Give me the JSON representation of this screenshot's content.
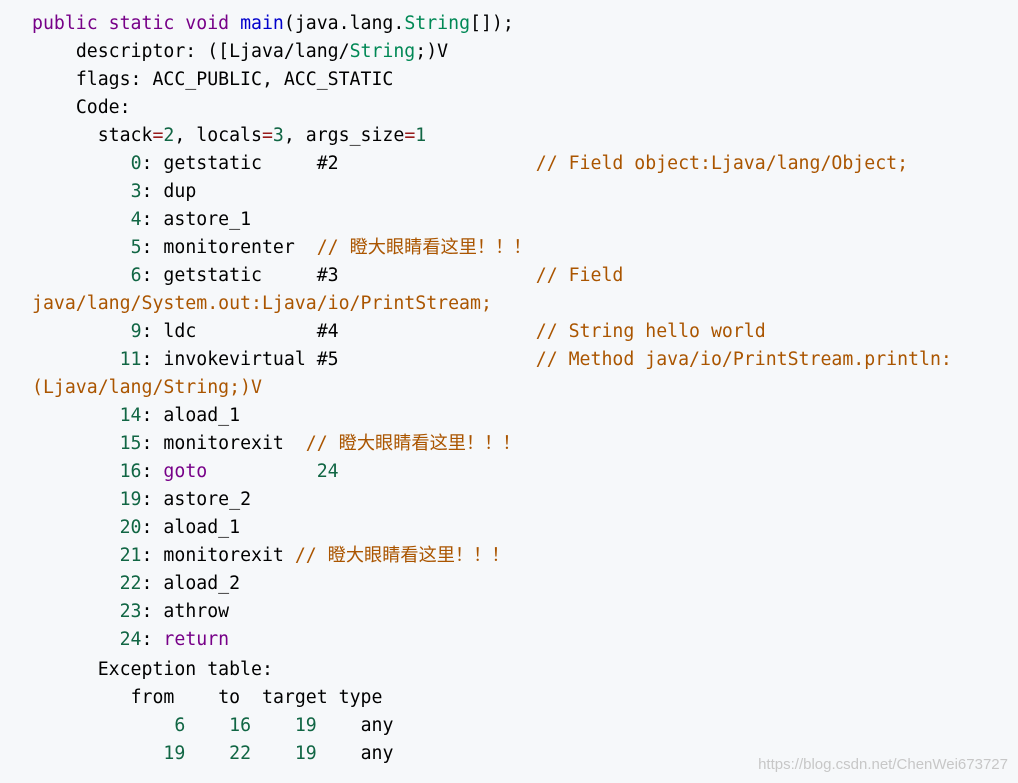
{
  "code": {
    "line1": {
      "kw_public_static_void": "public static void",
      "fn_main": "main",
      "sig_open": "(java.lang.",
      "type_string": "String",
      "sig_close": "[]);"
    },
    "line2": {
      "prefix": "descriptor: ([Ljava/lang/",
      "type_string": "String",
      "suffix": ";)V"
    },
    "line3": {
      "text": "flags: ACC_PUBLIC, ACC_STATIC"
    },
    "line4": {
      "text": "Code:"
    },
    "line5": {
      "stack_label": "stack",
      "eq1": "=",
      "stack_val": "2",
      "locals_label": ", locals",
      "eq2": "=",
      "locals_val": "3",
      "args_label": ", args_size",
      "eq3": "=",
      "args_val": "1"
    },
    "instructions": [
      {
        "offset": "0",
        "colon": ": ",
        "op": "getstatic",
        "pad": "     ",
        "arg": "#2",
        "comment": "// Field object:Ljava/lang/Object;"
      },
      {
        "offset": "3",
        "colon": ": ",
        "op": "dup"
      },
      {
        "offset": "4",
        "colon": ": ",
        "op": "astore_1"
      },
      {
        "offset": "5",
        "colon": ": ",
        "op": "monitorenter",
        "comment": "// 瞪大眼睛看这里！！！"
      },
      {
        "offset": "6",
        "colon": ": ",
        "op": "getstatic",
        "arg": "#3",
        "comment": "// Field"
      },
      {
        "continuation": "java/lang/System.out:Ljava/io/PrintStream;"
      },
      {
        "offset": "9",
        "colon": ": ",
        "op": "ldc",
        "arg": "#4",
        "comment": "// String hello world"
      },
      {
        "offset": "11",
        "colon": ": ",
        "op": "invokevirtual",
        "arg": "#5",
        "comment": "// Method java/io/PrintStream.println:"
      },
      {
        "continuation": "(Ljava/lang/String;)V"
      },
      {
        "offset": "14",
        "colon": ": ",
        "op": "aload_1"
      },
      {
        "offset": "15",
        "colon": ": ",
        "op": "monitorexit",
        "comment": "// 瞪大眼睛看这里！！！"
      },
      {
        "offset": "16",
        "colon": ": ",
        "op": "goto",
        "arg": "24"
      },
      {
        "offset": "19",
        "colon": ": ",
        "op": "astore_2"
      },
      {
        "offset": "20",
        "colon": ": ",
        "op": "aload_1"
      },
      {
        "offset": "21",
        "colon": ": ",
        "op": "monitorexit",
        "comment": "// 瞪大眼睛看这里！！！"
      },
      {
        "offset": "22",
        "colon": ": ",
        "op": "aload_2"
      },
      {
        "offset": "23",
        "colon": ": ",
        "op": "athrow"
      },
      {
        "offset": "24",
        "colon": ": ",
        "op": "return"
      }
    ],
    "exception_table": {
      "title": "Exception table:",
      "headers": [
        "from",
        "to",
        "target",
        "type"
      ],
      "rows": [
        [
          "6",
          "16",
          "19",
          "any"
        ],
        [
          "19",
          "22",
          "19",
          "any"
        ]
      ]
    }
  },
  "watermark": "https://blog.csdn.net/ChenWei673727"
}
